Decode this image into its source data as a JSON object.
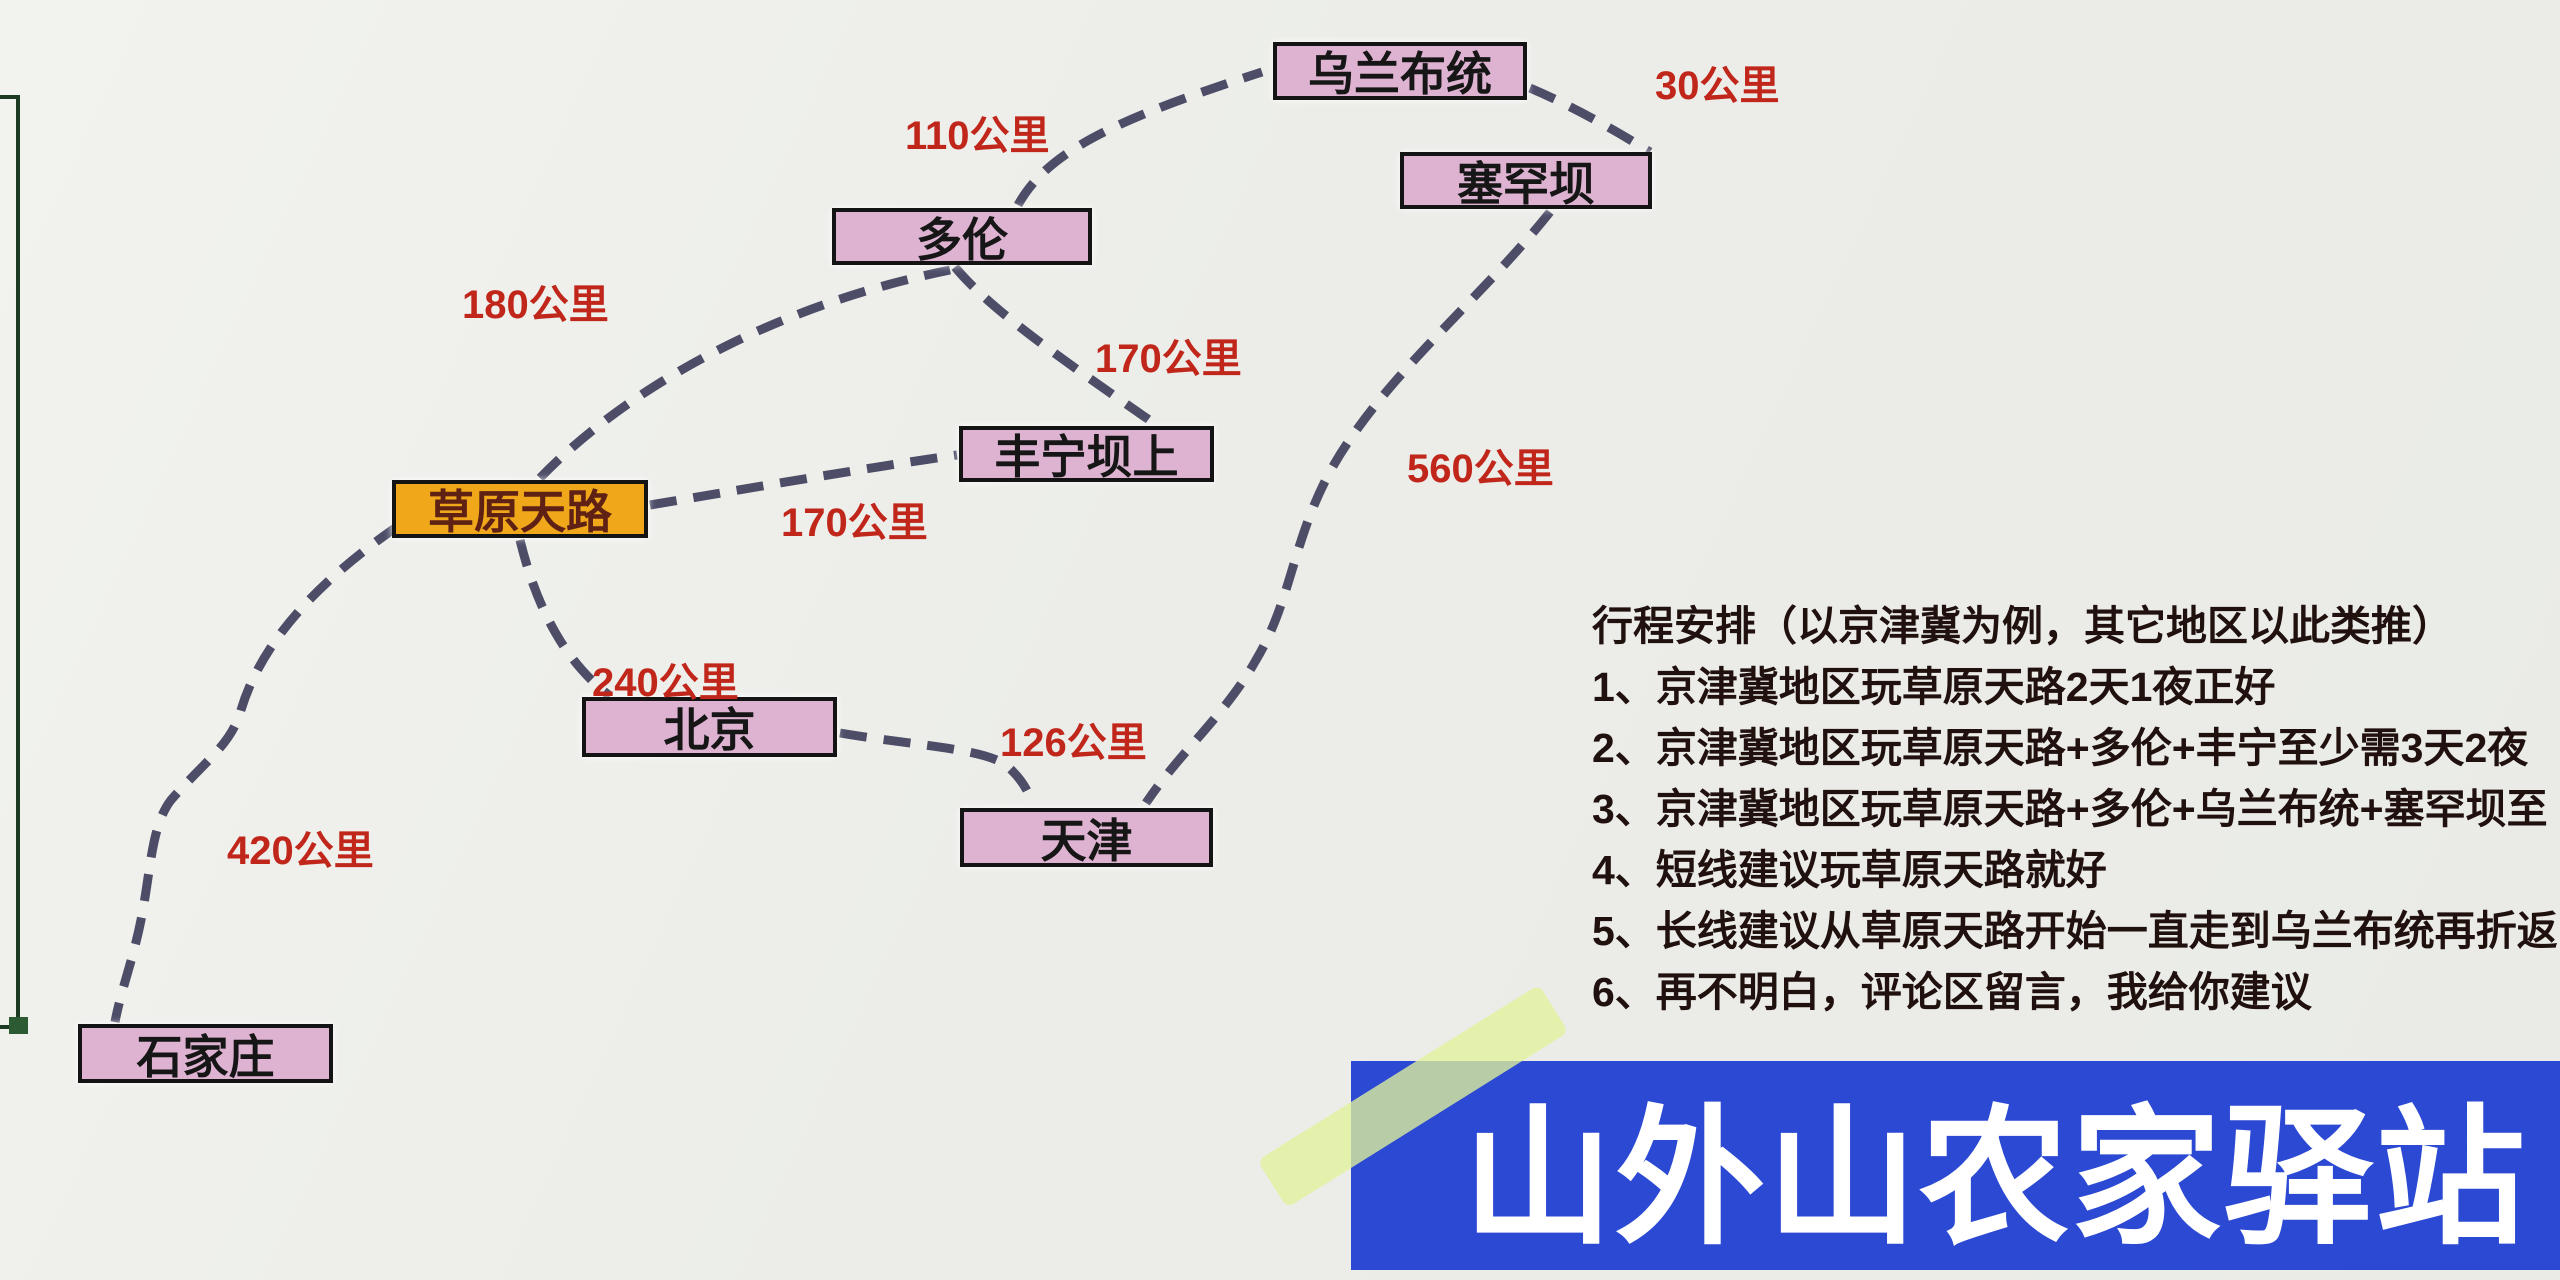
{
  "map": {
    "cities": [
      {
        "id": "wulanbutong",
        "label": "乌兰布统",
        "style": "pink"
      },
      {
        "id": "saihanba",
        "label": "塞罕坝",
        "style": "pink"
      },
      {
        "id": "duolun",
        "label": "多伦",
        "style": "pink"
      },
      {
        "id": "fengningbashang",
        "label": "丰宁坝上",
        "style": "pink"
      },
      {
        "id": "caoyuantianlu",
        "label": "草原天路",
        "style": "orange"
      },
      {
        "id": "beijing",
        "label": "北京",
        "style": "pink"
      },
      {
        "id": "tianjin",
        "label": "天津",
        "style": "pink"
      },
      {
        "id": "shijiazhuang",
        "label": "石家庄",
        "style": "pink"
      }
    ],
    "routes": [
      {
        "from": "多伦",
        "to": "乌兰布统",
        "distance": "110公里"
      },
      {
        "from": "乌兰布统",
        "to": "塞罕坝",
        "distance": "30公里"
      },
      {
        "from": "草原天路",
        "to": "多伦",
        "distance": "180公里"
      },
      {
        "from": "多伦",
        "to": "丰宁坝上",
        "distance": "170公里"
      },
      {
        "from": "草原天路",
        "to": "丰宁坝上",
        "distance": "170公里"
      },
      {
        "from": "草原天路",
        "to": "北京",
        "distance": "240公里"
      },
      {
        "from": "北京",
        "to": "天津",
        "distance": "126公里"
      },
      {
        "from": "塞罕坝",
        "to": "天津",
        "distance": "560公里"
      },
      {
        "from": "草原天路",
        "to": "石家庄",
        "distance": "420公里"
      }
    ]
  },
  "itinerary": {
    "title": "行程安排（以京津冀为例，其它地区以此类推）",
    "items": [
      "1、京津冀地区玩草原天路2天1夜正好",
      "2、京津冀地区玩草原天路+多伦+丰宁至少需3天2夜",
      "3、京津冀地区玩草原天路+多伦+乌兰布统+塞罕坝至",
      "4、短线建议玩草原天路就好",
      "5、长线建议从草原天路开始一直走到乌兰布统再折返",
      "6、再不明白，评论区留言，我给你建议"
    ]
  },
  "banner": {
    "text": "山外山农家驿站"
  },
  "colors": {
    "background": "#edeeea",
    "city_box_pink": "#ddb3d1",
    "city_box_orange": "#f0a81a",
    "box_border": "#141414",
    "distance_red": "#c1261b",
    "route_dash": "#4d4d68",
    "banner_blue": "#2b49d3",
    "banner_text": "#ffffff",
    "stripe_green": "#e0f29b",
    "frame_green": "#1c3a22"
  }
}
